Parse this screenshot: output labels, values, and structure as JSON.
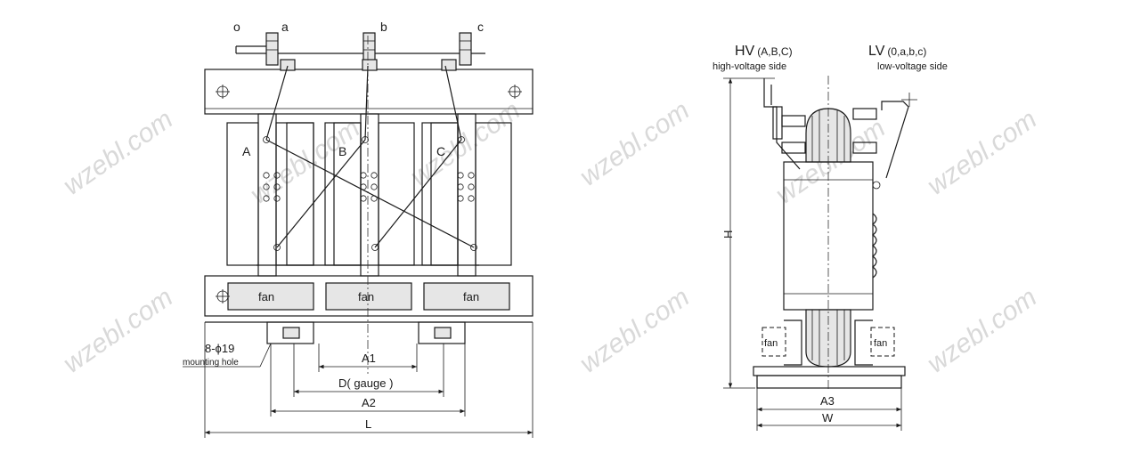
{
  "watermarks": [
    "wzebl.com"
  ],
  "front_view": {
    "terminals": {
      "o": "o",
      "a": "a",
      "b": "b",
      "c": "c"
    },
    "phases": {
      "A": "A",
      "B": "B",
      "C": "C"
    },
    "fans": [
      "fan",
      "fan",
      "fan"
    ],
    "mounting_qty": "8-ϕ19",
    "mounting_label": "mounting hole",
    "dims": {
      "A1": "A1",
      "D": "D( gauge )",
      "A2": "A2",
      "L": "L"
    }
  },
  "side_view": {
    "hv_title": "HV",
    "hv_phases": "(A,B,C)",
    "hv_side": "high-voltage side",
    "lv_title": "LV",
    "lv_phases": "(0,a,b,c)",
    "lv_side": "low-voltage side",
    "fans": [
      "fan",
      "fan"
    ],
    "dims": {
      "H": "H",
      "A3": "A3",
      "W": "W"
    }
  }
}
